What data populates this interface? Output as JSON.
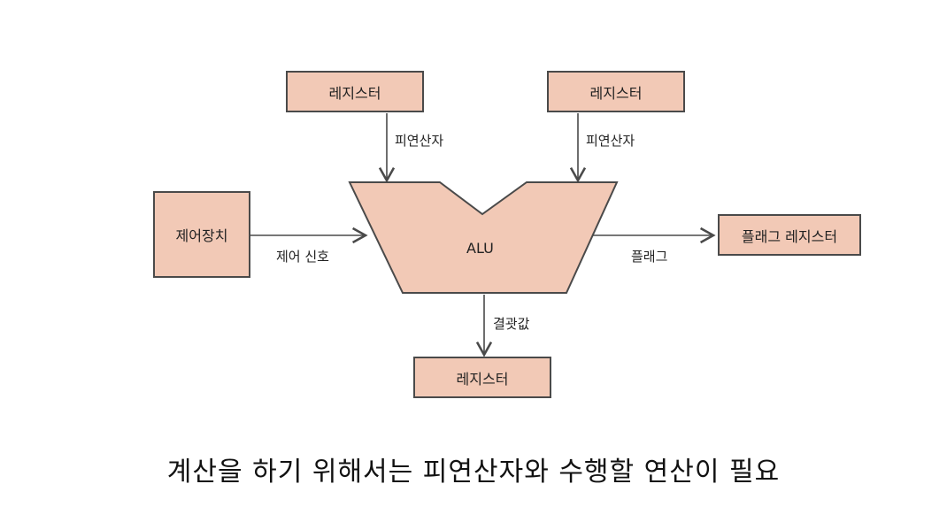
{
  "diagram": {
    "register_top_left": "레지스터",
    "register_top_right": "레지스터",
    "register_bottom": "레지스터",
    "control_unit": "제어장치",
    "flag_register": "플래그 레지스터",
    "alu": "ALU",
    "operand_left": "피연산자",
    "operand_right": "피연산자",
    "control_signal": "제어 신호",
    "flag": "플래그",
    "result": "결괏값"
  },
  "caption": "계산을 하기 위해서는 피연산자와 수행할 연산이 필요",
  "colors": {
    "box_fill": "#f2c9b6",
    "stroke": "#4a4a4a"
  }
}
